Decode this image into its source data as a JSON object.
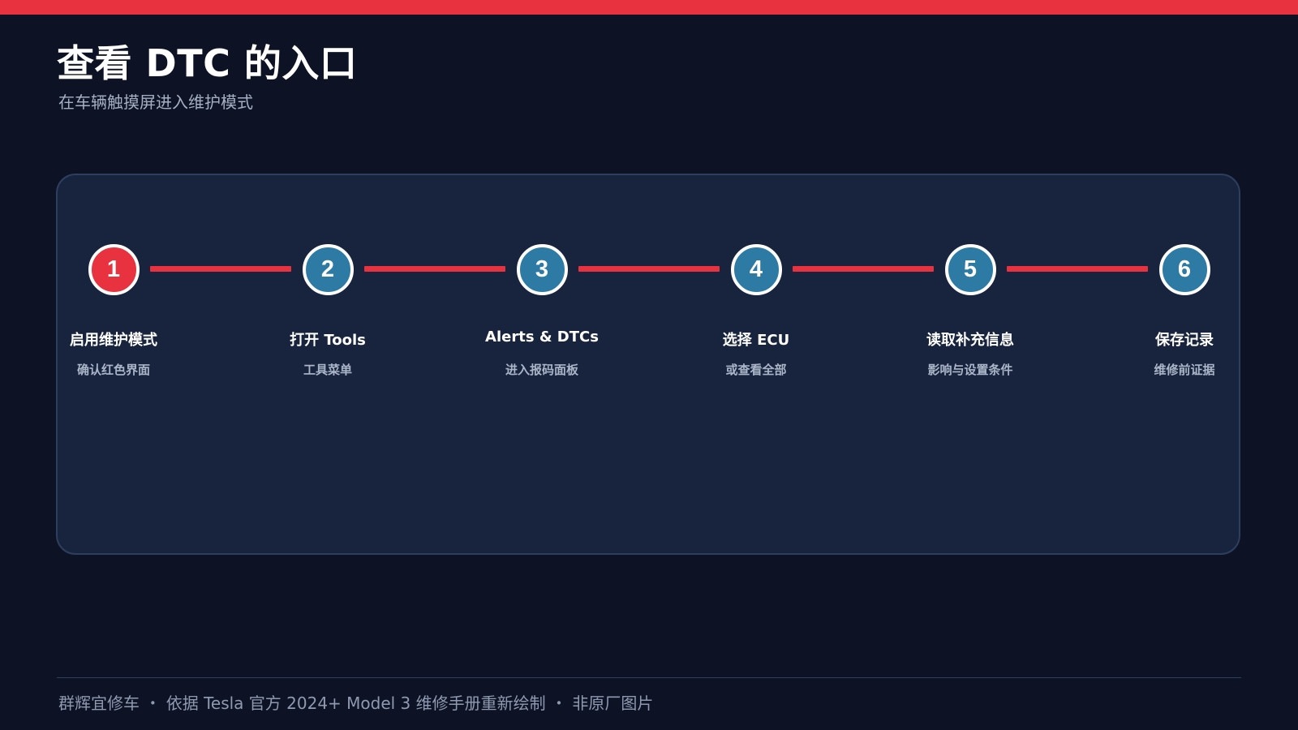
{
  "header": {
    "title": "查看 DTC 的入口",
    "subtitle": "在车辆触摸屏进入维护模式"
  },
  "steps": [
    {
      "number": "1",
      "label": "启用维护模式",
      "desc": "确认红色界面",
      "active": true
    },
    {
      "number": "2",
      "label": "打开 Tools",
      "desc": "工具菜单",
      "active": false
    },
    {
      "number": "3",
      "label": "Alerts & DTCs",
      "desc": "进入报码面板",
      "active": false
    },
    {
      "number": "4",
      "label": "选择 ECU",
      "desc": "或查看全部",
      "active": false
    },
    {
      "number": "5",
      "label": "读取补充信息",
      "desc": "影响与设置条件",
      "active": false
    },
    {
      "number": "6",
      "label": "保存记录",
      "desc": "维修前证据",
      "active": false
    }
  ],
  "footer": {
    "text": "群辉宜修车 ・ 依据 Tesla 官方 2024+ Model 3 维修手册重新绘制 ・ 非原厂图片"
  },
  "colors": {
    "background": "#0d1224",
    "panel": "#18233d",
    "accent": "#e8323f",
    "step_fill": "#2d7aa5",
    "subtitle": "#a4b0c3"
  }
}
